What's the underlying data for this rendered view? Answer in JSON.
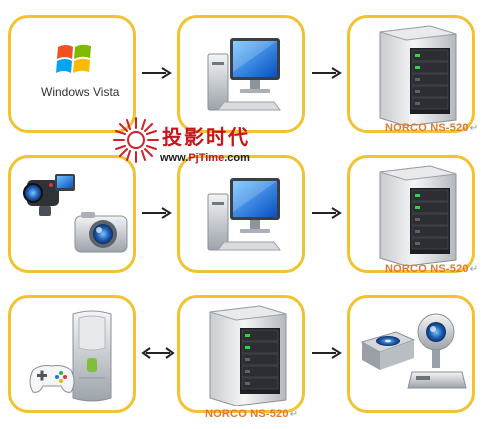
{
  "rows": [
    {
      "source_icons": [
        "windows-flag-icon"
      ],
      "source_label": "Windows Vista",
      "middle_icons": [
        "desktop-computer-icon"
      ],
      "target_icons": [
        "nas-tower-icon"
      ],
      "target_caption": "NORCO NS-520",
      "connector": "arrow-right"
    },
    {
      "source_icons": [
        "camcorder-icon",
        "digital-camera-icon"
      ],
      "middle_icons": [
        "desktop-computer-icon"
      ],
      "target_icons": [
        "nas-tower-icon"
      ],
      "target_caption": "NORCO NS-520",
      "connector": "arrow-right"
    },
    {
      "source_icons": [
        "game-console-icon",
        "gamepad-icon"
      ],
      "middle_icons": [
        "nas-tower-icon"
      ],
      "middle_caption": "NORCO NS-520",
      "target_icons": [
        "hard-drive-icon",
        "webcam-icon"
      ],
      "connector_left": "arrow-bidirectional",
      "connector_right": "arrow-right"
    }
  ],
  "watermark": {
    "name_cn": "投影时代",
    "url_prefix": "www.",
    "url_brand": "PjTime",
    "url_suffix": ".com"
  },
  "colors": {
    "card_border": "#f1c232",
    "caption": "#e07a2c",
    "watermark_red": "#c4161c",
    "arrow": "#222222"
  }
}
